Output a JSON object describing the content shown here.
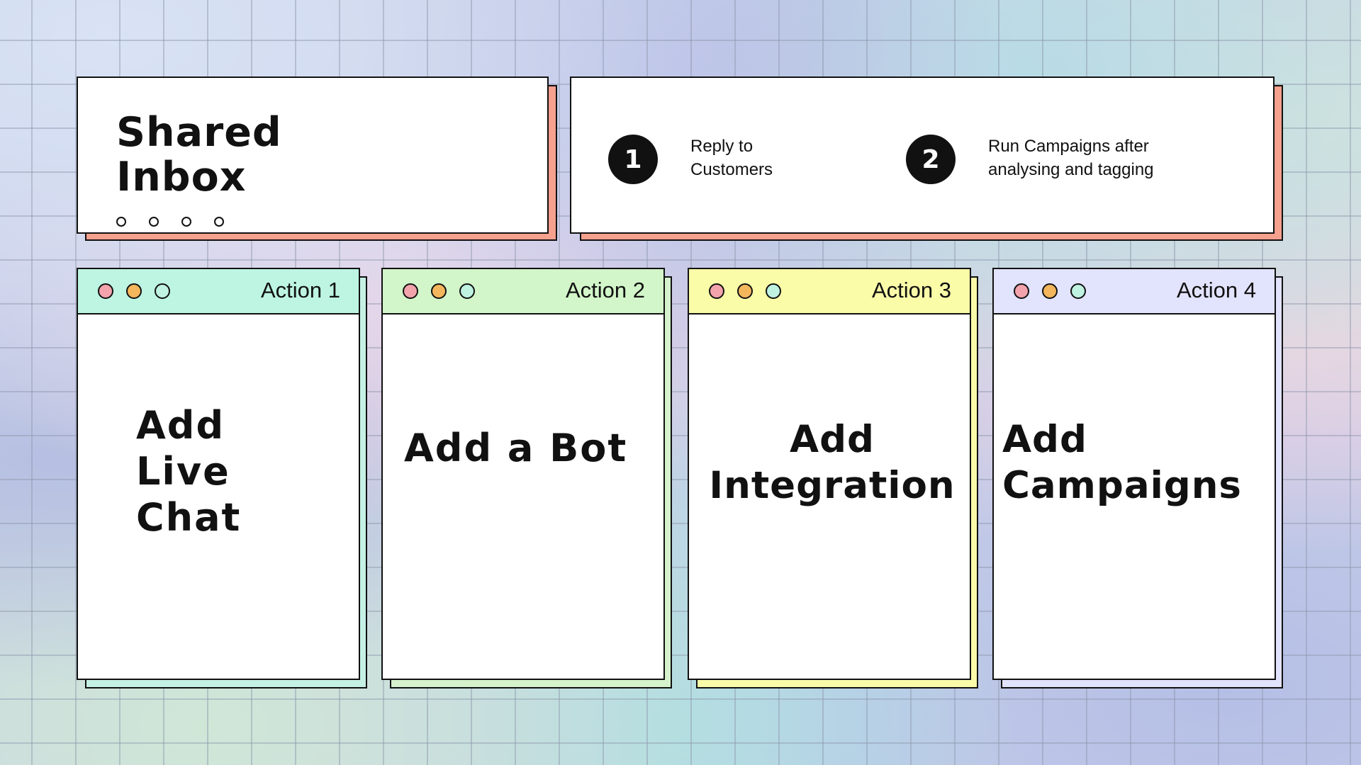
{
  "title": {
    "text": "Shared\nInbox",
    "dot_count": 4
  },
  "steps": [
    {
      "number": "1",
      "text": "Reply to\nCustomers"
    },
    {
      "number": "2",
      "text": "Run Campaigns after\nanalysing and tagging"
    }
  ],
  "actions": [
    {
      "label": "Action 1",
      "text": "Add\nLive\nChat",
      "bar_color": "#bdf5e2",
      "shadow_color": "#c5f1e4"
    },
    {
      "label": "Action 2",
      "text": "Add a Bot",
      "bar_color": "#d2f5c9",
      "shadow_color": "#d5f2cd"
    },
    {
      "label": "Action 3",
      "text": "Add\nIntegration",
      "bar_color": "#fbfca8",
      "shadow_color": "#fafba9"
    },
    {
      "label": "Action 4",
      "text": "Add\nCampaigns",
      "bar_color": "#e2e3fd",
      "shadow_color": "#e1e2fb"
    }
  ],
  "colors": {
    "title_shadow": "#f6a08e",
    "window_dot_red": "#f3a3ac",
    "window_dot_orange": "#f3b65c",
    "window_dot_teal": "#bff2e0",
    "text": "#111111"
  }
}
